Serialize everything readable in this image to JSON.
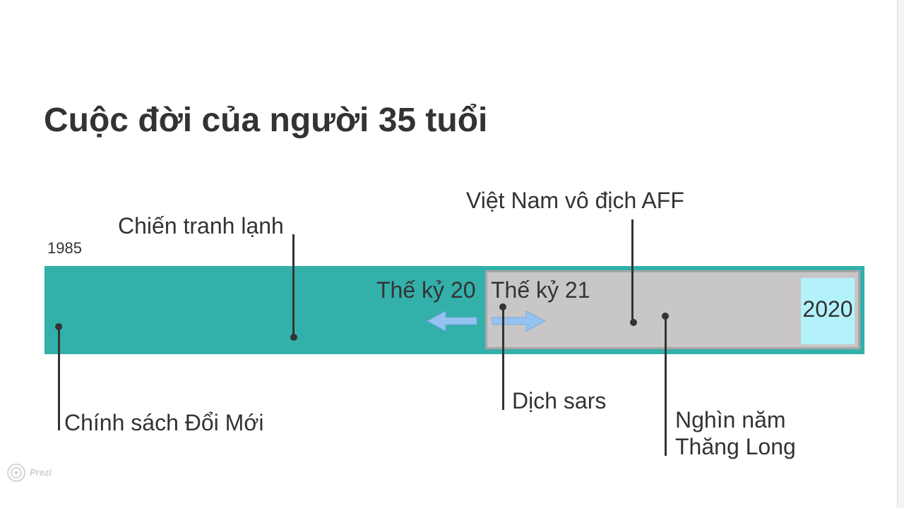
{
  "slide": {
    "title": "Cuộc đời của người 35 tuổi"
  },
  "timeline": {
    "start_year": "1985",
    "end_year": "2020",
    "century_20": "Thế kỷ 20",
    "century_21": "Thế kỷ 21",
    "colors": {
      "band": "#33b0aa",
      "inner": "#c9c6c8",
      "end_box": "#b3f2fb",
      "arrow": "#94c3f1"
    },
    "events": {
      "doi_moi": "Chính sách Đổi Mới",
      "cold_war": "Chiến tranh lạnh",
      "aff": "Việt Nam vô địch AFF",
      "sars": "Dịch sars",
      "thang_long_1": "Nghìn năm",
      "thang_long_2": "Thăng Long"
    }
  },
  "branding": {
    "logo": "Prezi"
  }
}
